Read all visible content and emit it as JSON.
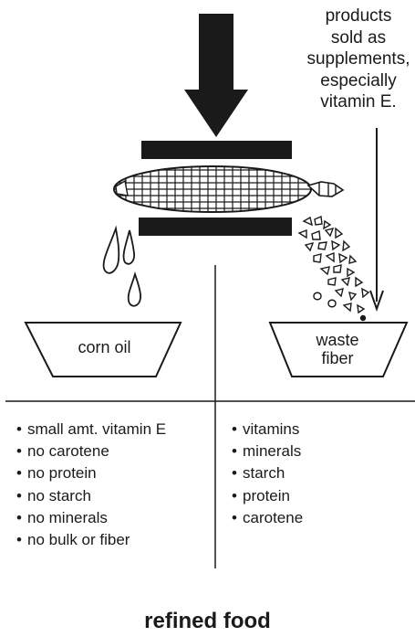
{
  "annotation": {
    "lines": [
      "products",
      "sold as",
      "supplements,",
      "especially",
      "vitamin E."
    ]
  },
  "bowls": {
    "left_label": "corn oil",
    "right_label": [
      "waste",
      "fiber"
    ]
  },
  "left_list": [
    "small amt. vitamin E",
    "no carotene",
    "no protein",
    "no starch",
    "no minerals",
    "no bulk or fiber"
  ],
  "right_list": [
    "vitamins",
    "minerals",
    "starch",
    "protein",
    "carotene"
  ],
  "title": "refined food",
  "icons": {
    "press_arrow": "down-arrow-icon",
    "corn": "corn-cob-icon",
    "oil": "oil-drop-icon",
    "fiber": "fiber-fragment-icon"
  },
  "colors": {
    "ink": "#1a1a1a",
    "background": "#ffffff"
  }
}
